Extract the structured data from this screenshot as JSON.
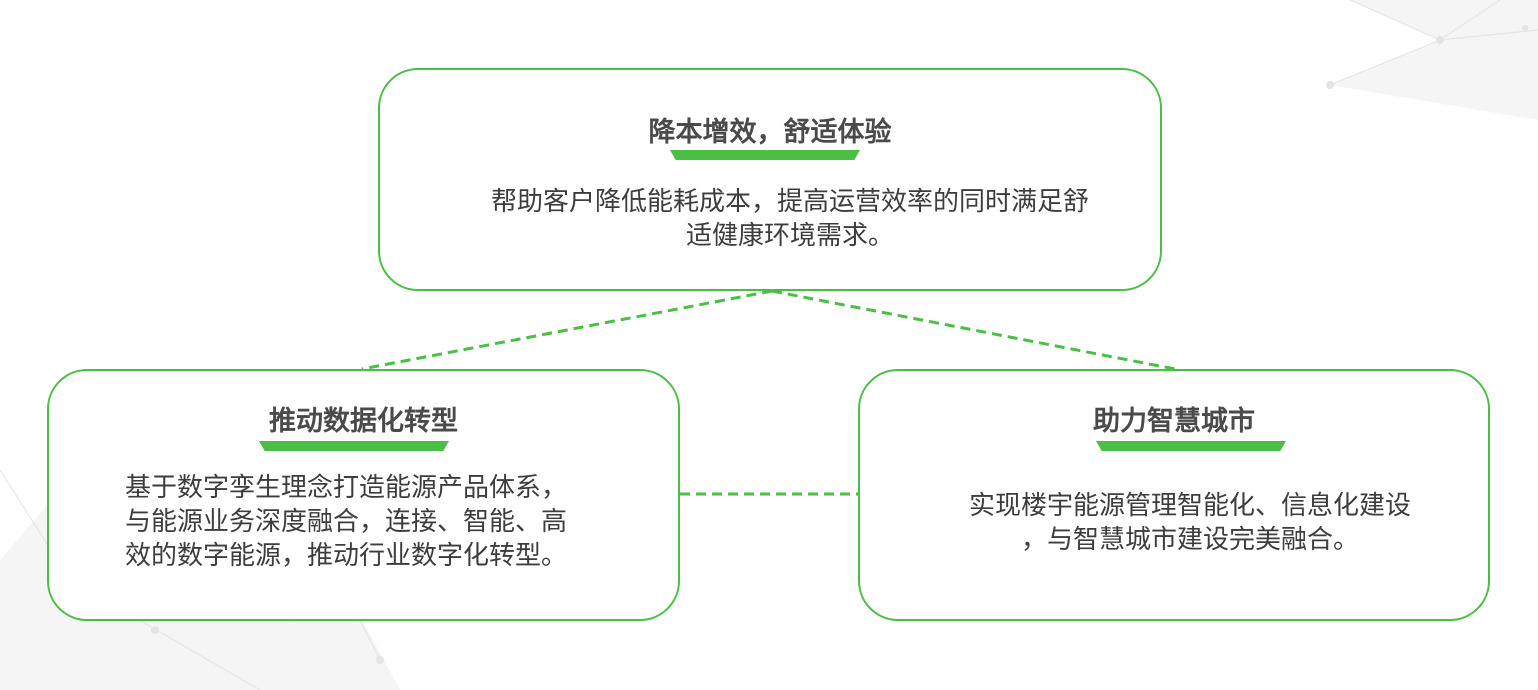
{
  "colors": {
    "accent": "#4bbf45",
    "title_text": "#4a4a4a",
    "body_text": "#3d3d3d"
  },
  "cards": {
    "top": {
      "title": "降本增效，舒适体验",
      "body_lines": [
        "帮助客户降低能耗成本，提高运营效率的同时满足舒",
        "适健康环境需求。"
      ]
    },
    "left": {
      "title": "推动数据化转型",
      "body_lines": [
        "基于数字孪生理念打造能源产品体系，",
        "与能源业务深度融合，连接、智能、高",
        "效的数字能源，推动行业数字化转型。"
      ]
    },
    "right": {
      "title": "助力智慧城市",
      "body_lines": [
        "实现楼宇能源管理智能化、信息化建设",
        "，与智慧城市建设完美融合。"
      ]
    }
  }
}
